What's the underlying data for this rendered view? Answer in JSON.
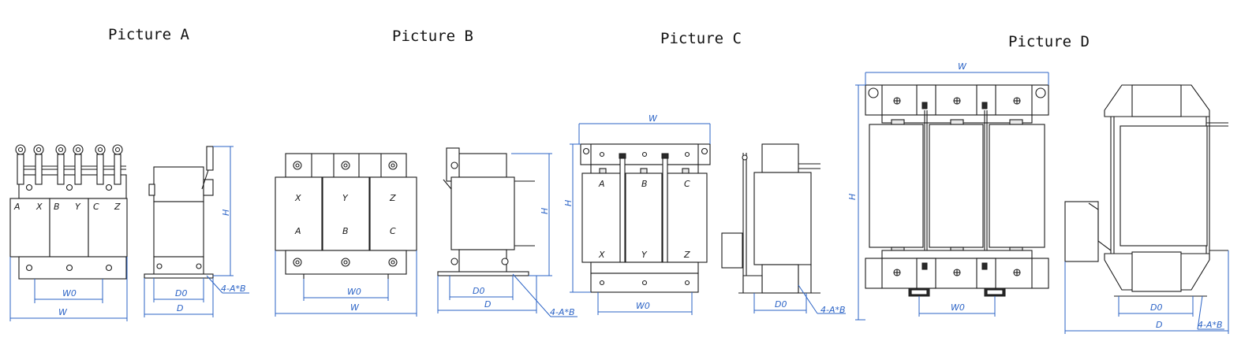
{
  "titles": {
    "a": "Picture A",
    "b": "Picture B",
    "c": "Picture C",
    "d": "Picture D"
  },
  "dims": {
    "w": "W",
    "w0": "W0",
    "d": "D",
    "d0": "D0",
    "h": "H",
    "holes": "4-A*B"
  },
  "terminals": {
    "a": [
      "A",
      "X",
      "B",
      "Y",
      "C",
      "Z"
    ],
    "b_top": [
      "X",
      "Y",
      "Z"
    ],
    "b_bottom": [
      "A",
      "B",
      "C"
    ],
    "c_top": [
      "A",
      "B",
      "C"
    ],
    "c_bottom": [
      "X",
      "Y",
      "Z"
    ]
  },
  "colors": {
    "line": "#1a1a1a",
    "dimension": "#2b63c6"
  }
}
